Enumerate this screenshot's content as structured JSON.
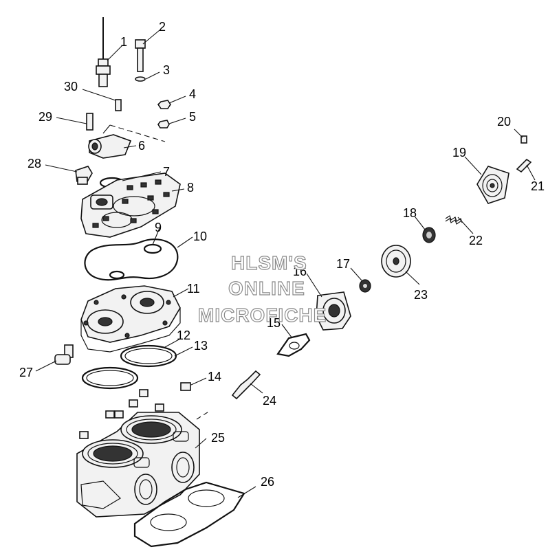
{
  "watermark": {
    "line1": "HLSM'S",
    "line2": "ONLINE",
    "line3": "MICROFICHE"
  },
  "callouts": [
    {
      "id": "1",
      "text": "1"
    },
    {
      "id": "2",
      "text": "2"
    },
    {
      "id": "3",
      "text": "3"
    },
    {
      "id": "4",
      "text": "4"
    },
    {
      "id": "5",
      "text": "5"
    },
    {
      "id": "6",
      "text": "6"
    },
    {
      "id": "7",
      "text": "7"
    },
    {
      "id": "8",
      "text": "8"
    },
    {
      "id": "9",
      "text": "9"
    },
    {
      "id": "10",
      "text": "10"
    },
    {
      "id": "11",
      "text": "11"
    },
    {
      "id": "12",
      "text": "12"
    },
    {
      "id": "13",
      "text": "13"
    },
    {
      "id": "14",
      "text": "14"
    },
    {
      "id": "15",
      "text": "15"
    },
    {
      "id": "16",
      "text": "16"
    },
    {
      "id": "17",
      "text": "17"
    },
    {
      "id": "18",
      "text": "18"
    },
    {
      "id": "19",
      "text": "19"
    },
    {
      "id": "20",
      "text": "20"
    },
    {
      "id": "21",
      "text": "21"
    },
    {
      "id": "22",
      "text": "22"
    },
    {
      "id": "23",
      "text": "23"
    },
    {
      "id": "24",
      "text": "24"
    },
    {
      "id": "25",
      "text": "25"
    },
    {
      "id": "26",
      "text": "26"
    },
    {
      "id": "27",
      "text": "27"
    },
    {
      "id": "28",
      "text": "28"
    },
    {
      "id": "29",
      "text": "29"
    },
    {
      "id": "30",
      "text": "30"
    }
  ]
}
